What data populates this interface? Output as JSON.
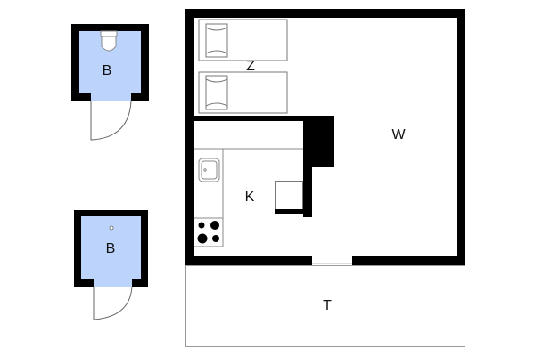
{
  "floorplan": {
    "rooms": {
      "bedroom": "Z",
      "kitchen": "K",
      "living": "W",
      "terrace": "T",
      "bathroom_1": "B",
      "bathroom_2": "B"
    },
    "colors": {
      "wall": "#000000",
      "bathroom_fill": "#bcd4fb",
      "line": "#888888"
    }
  }
}
